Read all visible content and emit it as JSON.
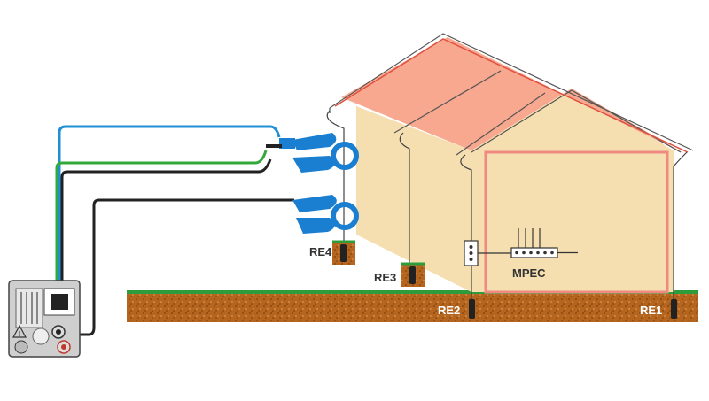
{
  "labels": {
    "re1": "RE1",
    "re2": "RE2",
    "re3": "RE3",
    "re4": "RE4",
    "mpec": "MPEC"
  },
  "colors": {
    "roof": "#f7a88e",
    "wall": "#f5deb0",
    "ground": "#b5651d",
    "grass": "#2e9c3a",
    "wire_blue": "#1f8fd6",
    "wire_green": "#34a83b",
    "wire_black": "#222222",
    "clamp": "#1a7fd0",
    "outline_red": "#e8806a"
  },
  "icons": [
    "instrument-icon",
    "warning-icon",
    "terminal-icon",
    "clamp-icon",
    "electrode-icon"
  ]
}
